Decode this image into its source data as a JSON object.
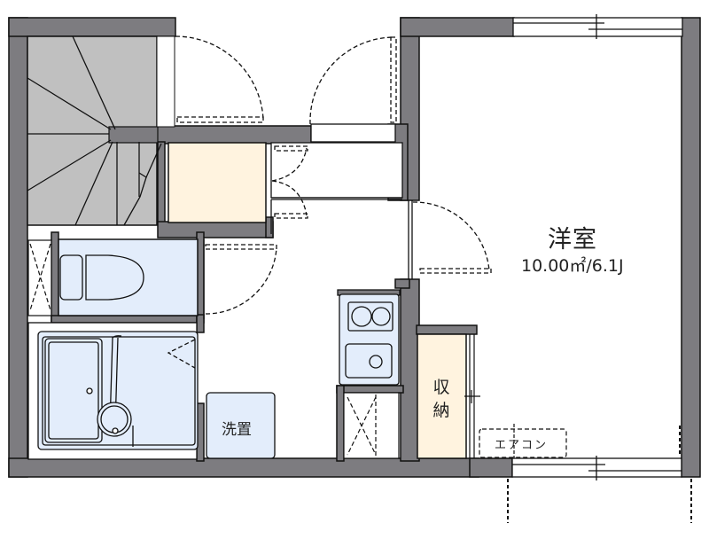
{
  "plan": {
    "rooms": {
      "western_room": {
        "name": "洋室",
        "area": "10.00㎡/6.1J"
      },
      "storage": {
        "name_line1": "収",
        "name_line2": "納"
      },
      "washer_space": {
        "name": "洗置"
      },
      "air_conditioner": {
        "name": "エアコン"
      }
    },
    "colors": {
      "wall": "#7d7c80",
      "stairs": "#c0c0c0",
      "closet_fill": "#fff3df",
      "wet_area_fill": "#e3edfb",
      "line": "#111111",
      "background": "#ffffff"
    },
    "fixtures": [
      "stairs",
      "toilet",
      "unit-bath",
      "kitchen-stove",
      "kitchen-sink",
      "washer-space",
      "closet",
      "storage",
      "sliding-window",
      "air-conditioner"
    ]
  }
}
